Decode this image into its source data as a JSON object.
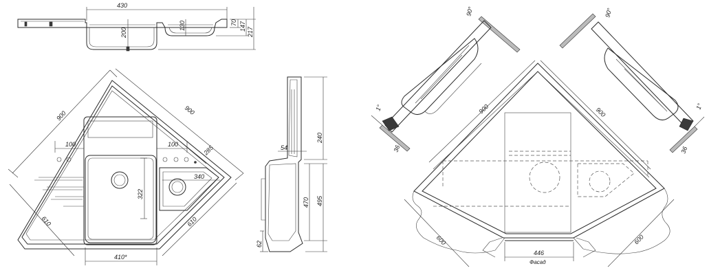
{
  "top_view": {
    "dim_width": "430",
    "dim_bowl_depth": "200",
    "dim_small_bowl_depth": "130",
    "dim_70": "70",
    "dim_147": "147",
    "dim_217": "217"
  },
  "plan_view": {
    "dim_900_left": "900",
    "dim_900_right": "900",
    "dim_100_left": "100",
    "dim_100_right": "100",
    "dim_285": "285",
    "dim_322": "322",
    "dim_340": "340",
    "dim_610_left": "610",
    "dim_610_right": "610",
    "dim_410": "410*"
  },
  "side_view": {
    "dim_240": "240",
    "dim_54": "54",
    "dim_470": "470",
    "dim_495": "495",
    "dim_62": "62"
  },
  "install_view": {
    "angle_90_left": "90°",
    "angle_90_right": "90°",
    "angle_1_left": "1°",
    "angle_1_right": "1°",
    "dim_36_left": "36",
    "dim_36_right": "36",
    "dim_900_left": "900",
    "dim_900_right": "900",
    "dim_600_left": "600",
    "dim_600_right": "600",
    "dim_446": "446",
    "facade_label": "Фасад"
  }
}
